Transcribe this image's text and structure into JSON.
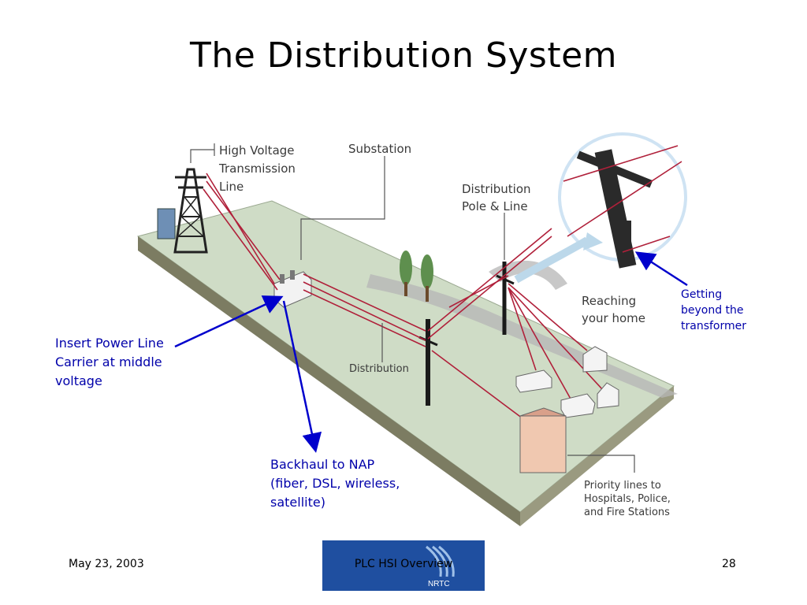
{
  "slide": {
    "title": "The Distribution System",
    "diagram_labels": {
      "hv_line": [
        "High Voltage",
        "Transmission",
        "Line"
      ],
      "substation": "Substation",
      "dist_pole": [
        "Distribution",
        "Pole & Line"
      ],
      "reaching_home": [
        "Reaching",
        "your home"
      ],
      "distribution": "Distribution",
      "priority": [
        "Priority lines to",
        "Hospitals, Police,",
        "and Fire Stations"
      ]
    },
    "annotations": {
      "insert_plc": "Insert Power Line\nCarrier at middle\nvoltage",
      "backhaul": "Backhaul to NAP\n(fiber, DSL, wireless,\nsatellite)",
      "beyond_transformer": "Getting\nbeyond the\ntransformer"
    },
    "footer": {
      "date": "May 23, 2003",
      "center": "PLC HSI Overview",
      "logo_text": "NRTC",
      "page": "28"
    }
  },
  "colors": {
    "ground_top": "#cfdcc6",
    "ground_side": "#8a8a6e",
    "road": "#b8b8b8",
    "power_line": "#b0203a",
    "annotation": "#0000cc"
  }
}
